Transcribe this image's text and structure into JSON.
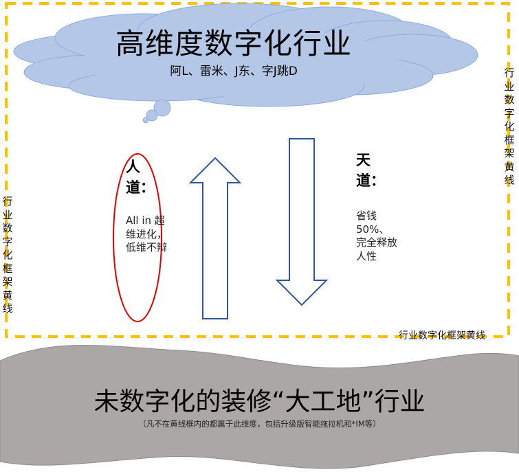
{
  "colors": {
    "frame_dash": "#FFC000",
    "cloud_fill": "#B4C7E7",
    "cloud_stroke": "#8FAADC",
    "arrow_stroke": "#2F5597",
    "ellipse_stroke": "#E00000",
    "banner_fill": "#ABA7A6",
    "banner_stroke": "#8C8C8C"
  },
  "cloud": {
    "title": "高维度数字化行业",
    "subtitle": "阿L、雷米、J东、字J跳D"
  },
  "frame": {
    "left_label": "行业数字化框架黄线",
    "right_label": "行业数字化框架黄线",
    "bottom_label": "行业数字化框架黄线"
  },
  "ren_dao": {
    "heading": "人道：",
    "body": "All in 超维进化，低维不辩"
  },
  "tian_dao": {
    "heading": "天道：",
    "body": "省钱50%、完全释放人性"
  },
  "arrows": {
    "up": "up-arrow",
    "down": "down-arrow"
  },
  "banner": {
    "title": "未数字化的装修“大工地”行业",
    "subtitle": "（凡不在黄线框内的都属于此维度，包括升级版智能拖拉机和*IM等）"
  }
}
